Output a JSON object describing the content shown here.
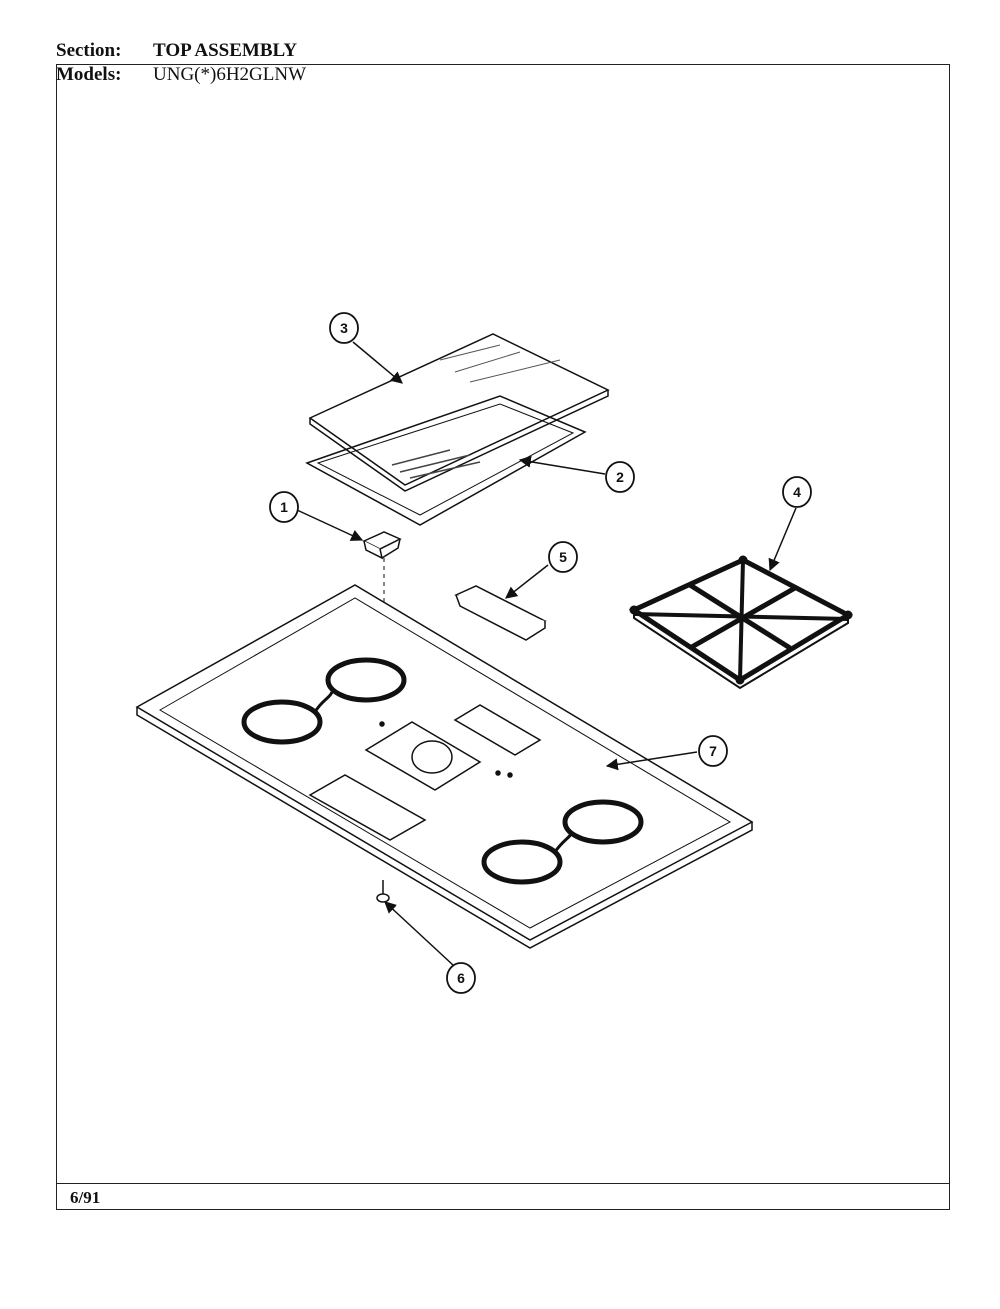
{
  "header": {
    "section_label": "Section:",
    "section_value": "TOP ASSEMBLY",
    "models_label": "Models:",
    "models_value": "UNG(*)6H2GLNW"
  },
  "footer": {
    "date": "6/91"
  },
  "callouts": [
    {
      "id": "1",
      "label": "1"
    },
    {
      "id": "2",
      "label": "2"
    },
    {
      "id": "3",
      "label": "3"
    },
    {
      "id": "4",
      "label": "4"
    },
    {
      "id": "5",
      "label": "5"
    },
    {
      "id": "6",
      "label": "6"
    },
    {
      "id": "7",
      "label": "7"
    }
  ]
}
